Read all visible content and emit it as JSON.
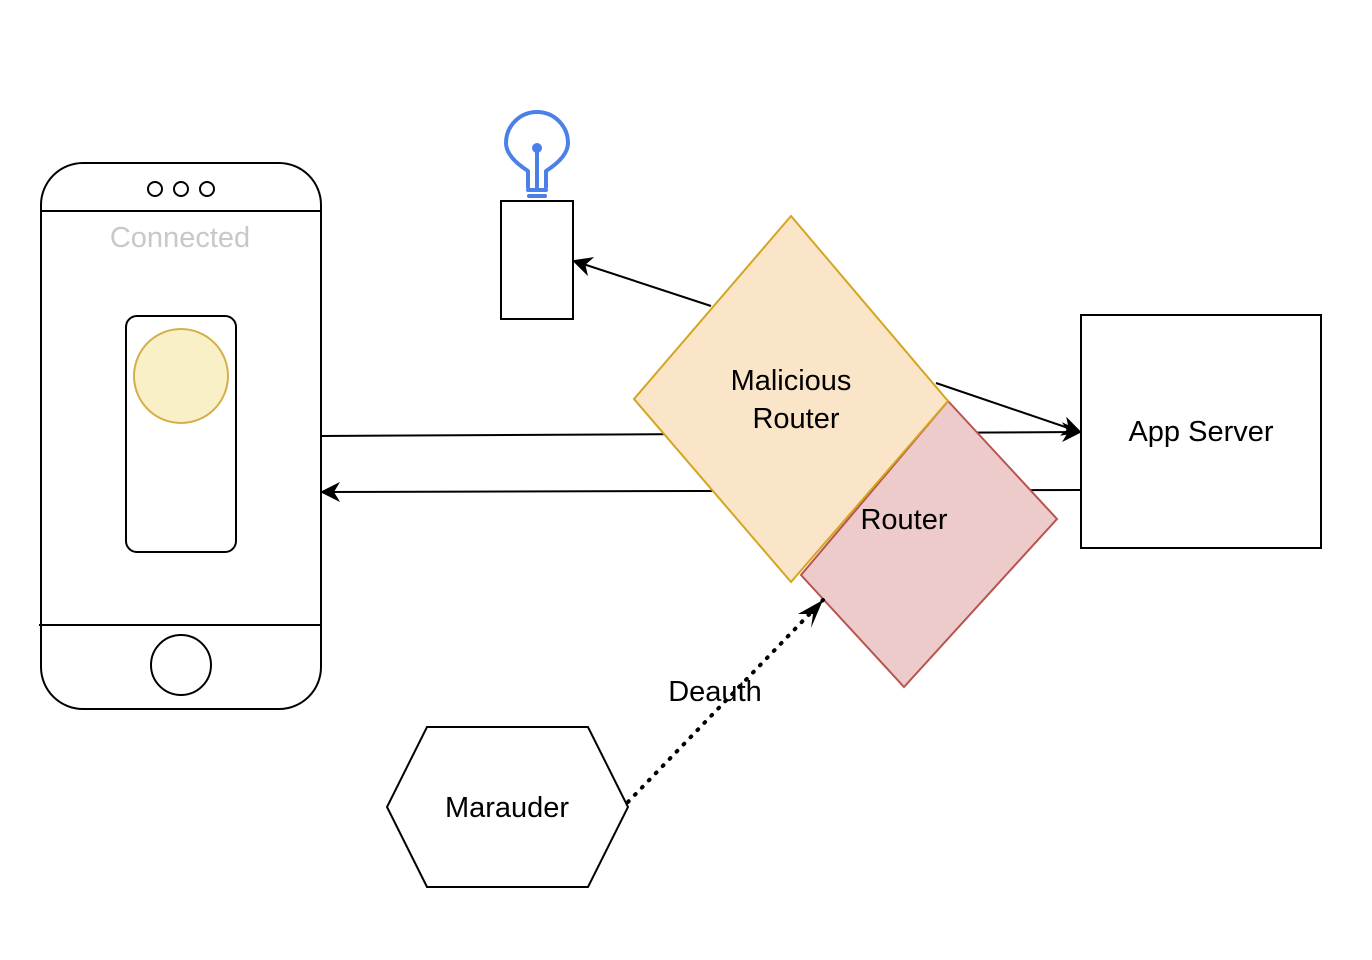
{
  "phone": {
    "status_text": "Connected"
  },
  "nodes": {
    "malicious_router": {
      "line1": "Malicious",
      "line2": "Router"
    },
    "router": {
      "label": "Router"
    },
    "app_server": {
      "label": "App Server"
    },
    "marauder": {
      "label": "Marauder"
    }
  },
  "edges": {
    "deauth": {
      "label": "Deauth"
    }
  },
  "colors": {
    "stroke": "#000000",
    "status_text": "#c8c8c8",
    "bulb": "#4a80e8",
    "indicator_fill": "#faf0c8",
    "indicator_stroke": "#d4b04a",
    "malicious_fill": "#fbe5c8",
    "malicious_stroke": "#d4a520",
    "router_fill": "#edcbcb",
    "router_stroke": "#b85450"
  },
  "icons": {
    "bulb": "lightbulb-icon",
    "phone_camera": "three-dots-icon",
    "phone_home": "home-button-icon"
  }
}
